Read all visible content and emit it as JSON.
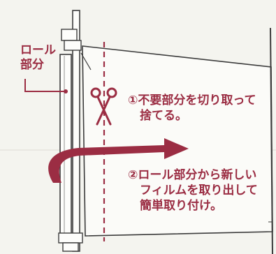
{
  "labels": {
    "roll_part": "ロール\n部分",
    "step1": "①不要部分を切り取って\n　捨てる。",
    "step2": "②ロール部分から新しい\n　フィルムを取り出して\n　簡単取り付け。"
  },
  "colors": {
    "background": "#f4f4ef",
    "accent": "#9b2d43",
    "line": "#3c3c3c"
  },
  "icons": [
    "scissors-icon",
    "arrow-icon"
  ]
}
